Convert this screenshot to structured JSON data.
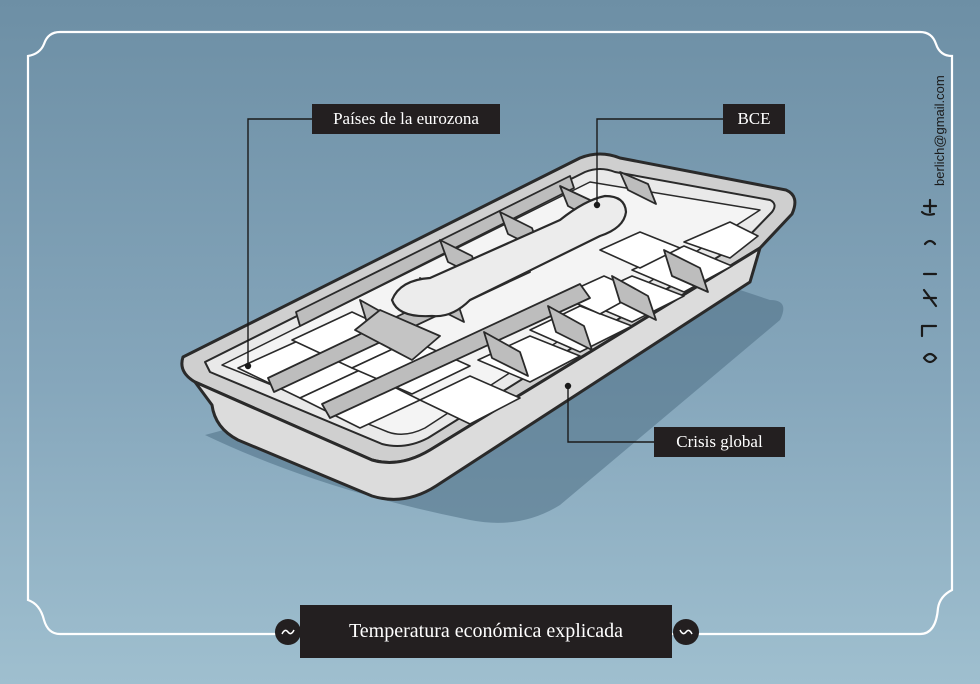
{
  "labels": {
    "eurozone": "Países de la eurozona",
    "bce": "BCE",
    "crisis": "Crisis global"
  },
  "title": "Temperatura económica explicada",
  "signature": {
    "email": "berlich@gmail.com",
    "name": "erlich"
  },
  "colors": {
    "background_top": "#6d8fa5",
    "background_bottom": "#9fbfcf",
    "label_bg": "#231f20",
    "label_text": "#ffffff",
    "tray": "#d8d8d8",
    "ice": "#f3f3f3",
    "outline": "#2a2a2a"
  },
  "icons": {
    "ornament_left": "swirl-ornament-icon",
    "ornament_right": "swirl-ornament-icon"
  }
}
